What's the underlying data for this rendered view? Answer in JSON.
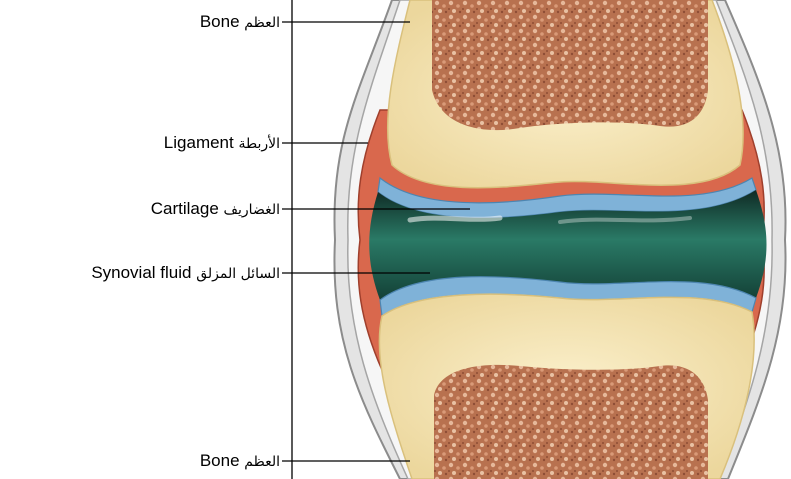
{
  "labels": [
    {
      "key": "bone_top",
      "en": "Bone",
      "ar": "العظم"
    },
    {
      "key": "ligament",
      "en": "Ligament",
      "ar": "الأربطة"
    },
    {
      "key": "cartilage",
      "en": "Cartilage",
      "ar": "الغضاريف"
    },
    {
      "key": "synovial_fluid",
      "en": "Synovial fluid",
      "ar": "السائل المزلق"
    },
    {
      "key": "bone_bottom",
      "en": "Bone",
      "ar": "العظم"
    }
  ],
  "colors": {
    "bone_outer": "#f6e6b6",
    "marrow": "#b46a4a",
    "cartilage": "#7fb2d8",
    "fluid": "#1f5c4c",
    "ligament_red": "#d9684d",
    "capsule": "#c9c9c9",
    "leader": "#000000"
  }
}
